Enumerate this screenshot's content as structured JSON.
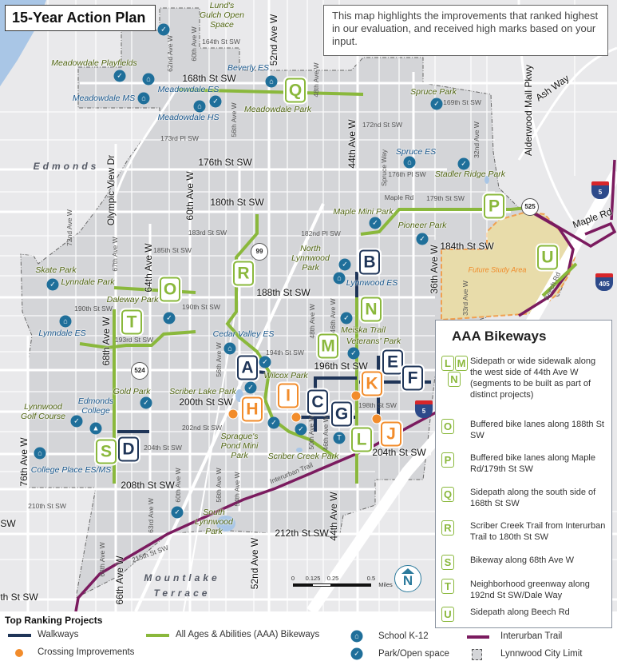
{
  "title": "15-Year Action Plan",
  "description": "This map highlights the improvements that ranked highest in our evaluation, and received high marks based on your input.",
  "colors": {
    "walkway": "#1f3558",
    "bikeway": "#8ab83c",
    "crossing": "#f28c2b",
    "interurban_trail": "#7b1b5f",
    "icon_blue": "#1f6f9a",
    "city_area": "#d4d5d8",
    "future_study_area": "#e8dcaa"
  },
  "aaa_panel": {
    "title": "AAA Bikeways",
    "items": [
      {
        "letters": [
          "L",
          "M",
          "N"
        ],
        "text": "Sidepath or wide sidewalk along the west side of 44th Ave W (segments to be built as part of distinct projects)"
      },
      {
        "letters": [
          "O"
        ],
        "text": "Buffered bike lanes along 188th St SW"
      },
      {
        "letters": [
          "P"
        ],
        "text": "Buffered bike lanes along Maple Rd/179th St SW"
      },
      {
        "letters": [
          "Q"
        ],
        "text": "Sidepath along the south side of 168th St SW"
      },
      {
        "letters": [
          "R"
        ],
        "text": "Scriber Creek Trail from Interurban Trail to 180th St SW"
      },
      {
        "letters": [
          "S"
        ],
        "text": "Bikeway along 68th Ave W"
      },
      {
        "letters": [
          "T"
        ],
        "text": "Neighborhood greenway along 192nd St SW/Dale Way"
      },
      {
        "letters": [
          "U"
        ],
        "text": "Sidepath along Beech Rd"
      }
    ]
  },
  "legend": {
    "title": "Top Ranking Projects",
    "items": [
      {
        "label": "Walkways",
        "symbol": "navy-line"
      },
      {
        "label": "Crossing Improvements",
        "symbol": "orange-dot"
      },
      {
        "label": "All Ages & Abilities (AAA) Bikeways",
        "symbol": "green-line"
      },
      {
        "label": "School K-12",
        "symbol": "school-icon"
      },
      {
        "label": "Park/Open space",
        "symbol": "park-icon"
      },
      {
        "label": "Interurban Trail",
        "symbol": "purple-line"
      },
      {
        "label": "Lynnwood City Limit",
        "symbol": "dashed-gray-box"
      }
    ]
  },
  "map": {
    "streets": [
      "168th St SW",
      "52nd Ave W",
      "176th St SW",
      "180th St SW",
      "44th Ave W",
      "Olympic View Dr",
      "62nd Ave W",
      "60th Ave W",
      "164th St SW",
      "173rd Pl SW",
      "56th Ave W",
      "48th Ave W",
      "60th Ave W",
      "172nd St SW",
      "169th St SW",
      "Spruce Way",
      "176th Pl SW",
      "32nd Ave W",
      "Maple Rd",
      "179th St SW",
      "182nd Pl SW",
      "184th St SW",
      "36th Ave W",
      "33rd Ave W",
      "Beech Rd",
      "Alderwood Mall Pkwy",
      "Ash Way",
      "Maple Rd",
      "72nd Ave W",
      "67th Ave W",
      "64th Ave W",
      "183rd St SW",
      "185th St SW",
      "190th St SW",
      "190th St SW",
      "193rd St SW",
      "68th Ave W",
      "194th St SW",
      "196th St SW",
      "198th St SW",
      "200th St SW",
      "202nd St SW",
      "204th St SW",
      "204th St SW",
      "50th Ave W",
      "46th Ave W",
      "48th Ave W",
      "46th Ave W",
      "56th Ave W",
      "76th Ave W",
      "208th St SW",
      "210th St SW",
      "212th St SW",
      "215th St SW",
      "66th Ave W",
      "52nd Ave W",
      "44th Ave W",
      "60th Ave W",
      "56th Ave W",
      "54th Ave W",
      "63rd Ave W",
      "68th Ave W",
      "Interurban Trail",
      "188th St SW",
      "SW",
      "th St SW"
    ],
    "parks": [
      "Lund's Gulch Open Space",
      "Meadowdale Playfields",
      "Meadowdale Park",
      "Spruce Park",
      "Stadler Ridge Park",
      "Maple Mini Park",
      "Pioneer Park",
      "North Lynnwood Park",
      "Skate Park",
      "Lynndale Park",
      "Daleway Park",
      "Gold Park",
      "Lynnwood Golf Course",
      "Wilcox Park",
      "Scriber Lake Park",
      "Sprague's Pond Mini Park",
      "Scriber Creek Park",
      "Meiska Trail",
      "Veterans' Park",
      "South Lynnwood Park"
    ],
    "schools": [
      "Meadowdale ES",
      "Meadowdale MS",
      "Meadowdale HS",
      "Beverly ES",
      "Spruce ES",
      "Lynnwood ES",
      "Lynndale ES",
      "Cedar Valley ES",
      "Edmonds College",
      "College Place ES/MS"
    ],
    "cities": [
      "Edmonds",
      "Mountlake Terrace"
    ],
    "areas": [
      "Future Study Area"
    ],
    "transit_icon": "T",
    "projects": [
      {
        "letter": "A",
        "type": "walkway"
      },
      {
        "letter": "B",
        "type": "walkway"
      },
      {
        "letter": "C",
        "type": "walkway"
      },
      {
        "letter": "D",
        "type": "walkway"
      },
      {
        "letter": "E",
        "type": "walkway"
      },
      {
        "letter": "F",
        "type": "walkway"
      },
      {
        "letter": "G",
        "type": "walkway"
      },
      {
        "letter": "H",
        "type": "crossing"
      },
      {
        "letter": "I",
        "type": "crossing"
      },
      {
        "letter": "J",
        "type": "crossing"
      },
      {
        "letter": "K",
        "type": "crossing"
      },
      {
        "letter": "L",
        "type": "bikeway"
      },
      {
        "letter": "M",
        "type": "bikeway"
      },
      {
        "letter": "N",
        "type": "bikeway"
      },
      {
        "letter": "O",
        "type": "bikeway"
      },
      {
        "letter": "P",
        "type": "bikeway"
      },
      {
        "letter": "Q",
        "type": "bikeway"
      },
      {
        "letter": "R",
        "type": "bikeway"
      },
      {
        "letter": "S",
        "type": "bikeway"
      },
      {
        "letter": "T",
        "type": "bikeway"
      },
      {
        "letter": "U",
        "type": "bikeway"
      }
    ],
    "highway_shields": [
      {
        "number": "5",
        "type": "interstate"
      },
      {
        "number": "405",
        "type": "interstate"
      },
      {
        "number": "5",
        "type": "interstate"
      },
      {
        "number": "525",
        "type": "state"
      },
      {
        "number": "99",
        "type": "state"
      },
      {
        "number": "524",
        "type": "state"
      }
    ],
    "scale": {
      "ticks": [
        "0",
        "0.125",
        "0.25",
        "0.5"
      ],
      "unit": "Miles"
    },
    "north_label": "N"
  }
}
